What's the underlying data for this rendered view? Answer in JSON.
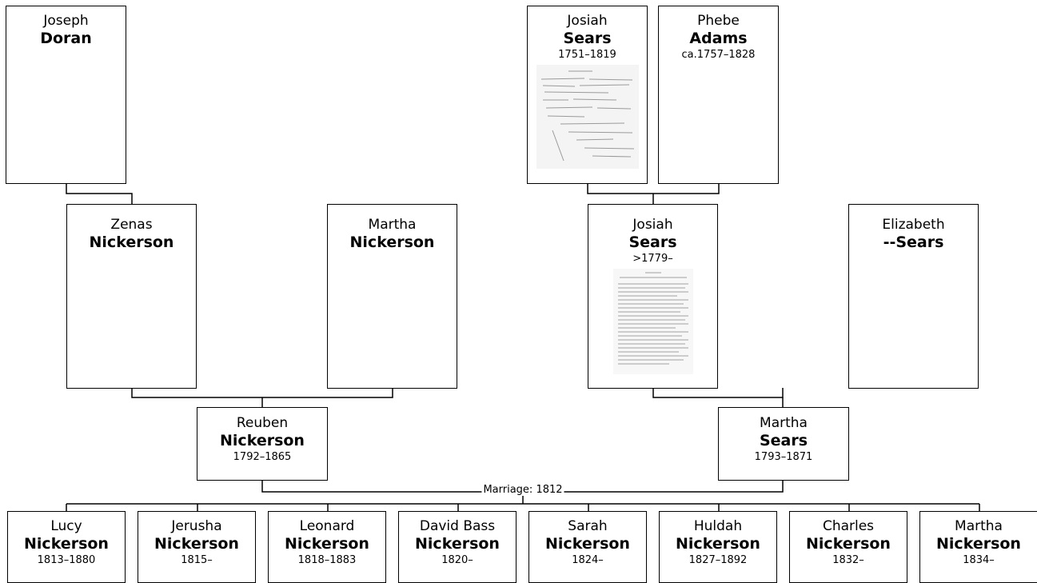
{
  "people": {
    "joseph_doran": {
      "first": "Joseph",
      "last": "Doran",
      "dates": ""
    },
    "zenas": {
      "first": "Zenas",
      "last": "Nickerson",
      "dates": ""
    },
    "martha_n": {
      "first": "Martha",
      "last": "Nickerson",
      "dates": ""
    },
    "reuben": {
      "first": "Reuben",
      "last": "Nickerson",
      "dates": "1792–1865"
    },
    "josiah_sr": {
      "first": "Josiah",
      "last": "Sears",
      "dates": "1751–1819"
    },
    "phebe": {
      "first": "Phebe",
      "last": "Adams",
      "dates": "ca.1757–1828"
    },
    "josiah_jr": {
      "first": "Josiah",
      "last": "Sears",
      "dates": ">1779–"
    },
    "elizabeth": {
      "first": "Elizabeth",
      "last": "--Sears",
      "dates": ""
    },
    "martha_s": {
      "first": "Martha",
      "last": "Sears",
      "dates": "1793–1871"
    }
  },
  "marriage": {
    "label": "Marriage: 1812"
  },
  "children": [
    {
      "first": "Lucy",
      "last": "Nickerson",
      "dates": "1813–1880"
    },
    {
      "first": "Jerusha",
      "last": "Nickerson",
      "dates": "1815–"
    },
    {
      "first": "Leonard",
      "last": "Nickerson",
      "dates": "1818–1883"
    },
    {
      "first": "David Bass",
      "last": "Nickerson",
      "dates": "1820–"
    },
    {
      "first": "Sarah",
      "last": "Nickerson",
      "dates": "1824–"
    },
    {
      "first": "Huldah",
      "last": "Nickerson",
      "dates": "1827–1892"
    },
    {
      "first": "Charles",
      "last": "Nickerson",
      "dates": "1832–"
    },
    {
      "first": "Martha",
      "last": "Nickerson",
      "dates": "1834–"
    }
  ]
}
